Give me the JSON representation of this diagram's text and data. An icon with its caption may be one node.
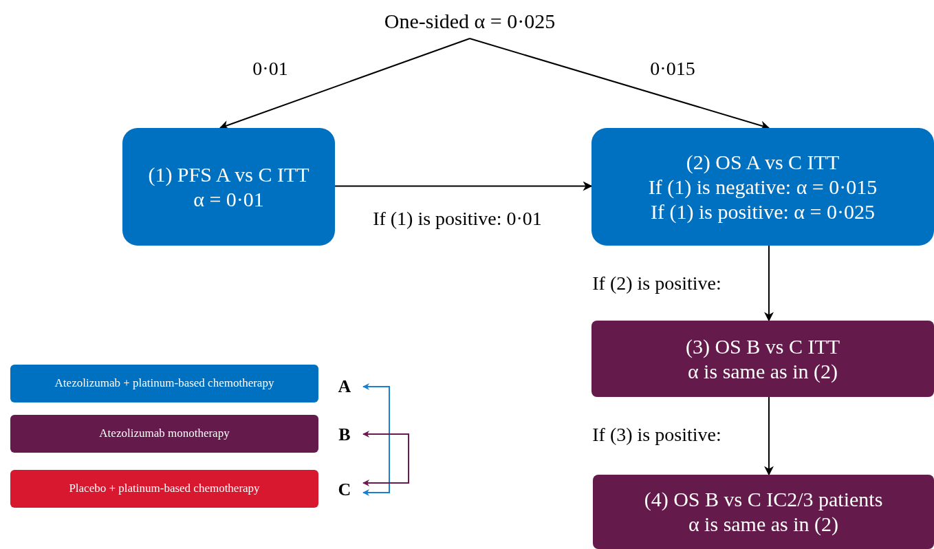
{
  "diagram": {
    "nodes": [
      {
        "text": [
          "One-sided α = 0·025"
        ]
      },
      {
        "text": [
          "(1) PFS A vs C ITT",
          "α = 0·01"
        ]
      },
      {
        "text": [
          "(2) OS A vs C ITT",
          "If (1) is negative: α = 0·015",
          "If (1) is positive: α = 0·025"
        ]
      },
      {
        "text": [
          "(3) OS B vs C ITT",
          "α is same as in (2)"
        ]
      },
      {
        "text": [
          "(4) OS B vs C IC2/3 patients",
          "α is same as in (2)"
        ]
      },
      {
        "text": [
          "Atezolizumab + platinum-based chemotherapy"
        ]
      },
      {
        "text": [
          "Atezolizumab monotherapy"
        ]
      },
      {
        "text": [
          "Placebo + platinum-based chemotherapy"
        ]
      },
      {
        "text": [
          "A"
        ]
      },
      {
        "text": [
          "B"
        ]
      },
      {
        "text": [
          "C"
        ]
      }
    ],
    "edges": [
      {
        "from": 0,
        "to": 1,
        "arrow": "to",
        "label": "0·01"
      },
      {
        "from": 0,
        "to": 2,
        "arrow": "to",
        "label": "0·015"
      },
      {
        "from": 1,
        "to": 2,
        "arrow": "to",
        "label": "If (1) is positive: 0·01"
      },
      {
        "from": 2,
        "to": 3,
        "arrow": "to",
        "label": "If (2) is positive:"
      },
      {
        "from": 3,
        "to": 4,
        "arrow": "to",
        "label": "If (3) is positive:"
      },
      {
        "from": 8,
        "to": 10,
        "arrow": "both",
        "color": "#1b7fcf"
      },
      {
        "from": 9,
        "to": 10,
        "arrow": "both",
        "color": "#6a1a4e"
      }
    ]
  }
}
